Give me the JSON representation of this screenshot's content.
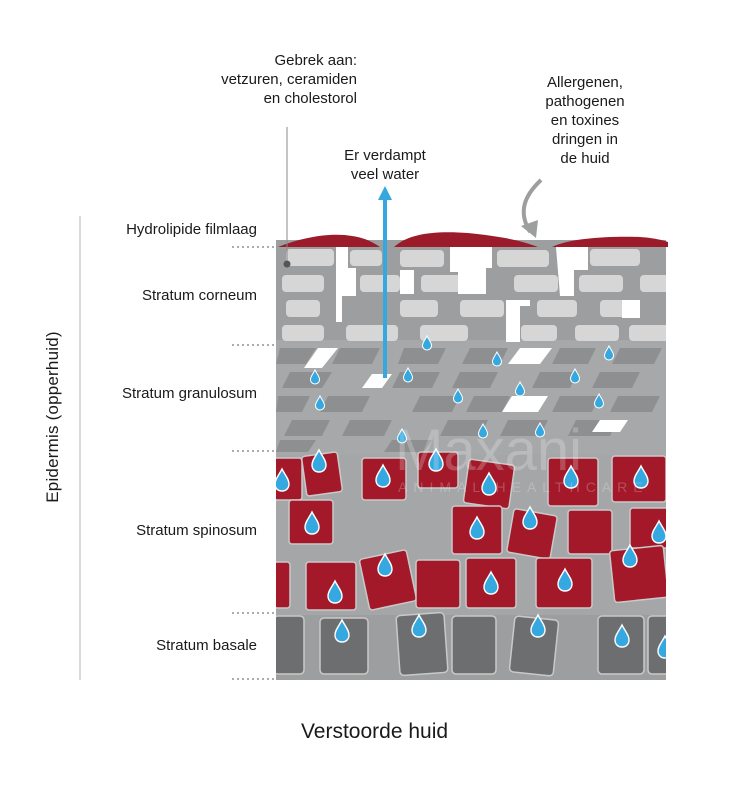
{
  "title": "Verstoorde huid",
  "epidermis_label": "Epidermis (opperhuid)",
  "layers": {
    "hydrolipide": "Hydrolipide filmlaag",
    "corneum": "Stratum corneum",
    "granulosum": "Stratum granulosum",
    "spinosum": "Stratum spinosum",
    "basale": "Stratum basale"
  },
  "annotations": {
    "deficiency": [
      "Gebrek aan:",
      "vetzuren, ceramiden",
      "en cholestorol"
    ],
    "evaporation": [
      "Er verdampt",
      "veel water"
    ],
    "allergens": [
      "Allergenen,",
      "pathogenen",
      "en toxines",
      "dringen in",
      "de huid"
    ]
  },
  "watermark": {
    "brand": "Maxani",
    "sub": "ANIMAL HEALTHCARE"
  },
  "colors": {
    "lipid": "#9b1b2a",
    "spinous_cell": "#a3192a",
    "corneum_cell": "#d6d6d6",
    "basal_cell": "#6d6e70",
    "tissue": "#9d9ea0",
    "water": "#35a8e0",
    "guide_line": "#8a8a8a"
  }
}
